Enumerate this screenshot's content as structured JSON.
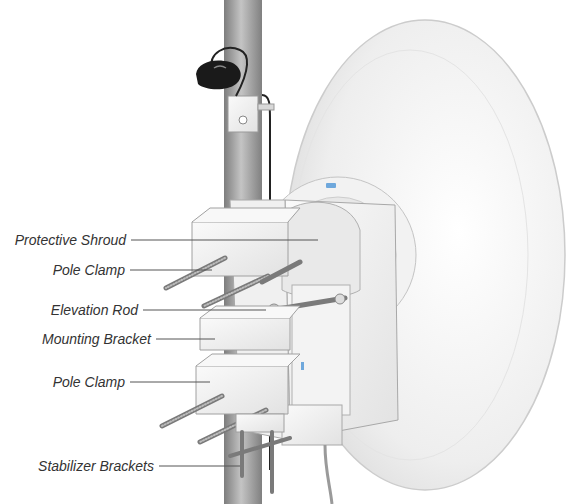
{
  "diagram": {
    "labels": [
      "Protective Shroud",
      "Pole Clamp",
      "Elevation Rod",
      "Mounting Bracket",
      "Pole Clamp",
      "Stabilizer Brackets"
    ]
  }
}
